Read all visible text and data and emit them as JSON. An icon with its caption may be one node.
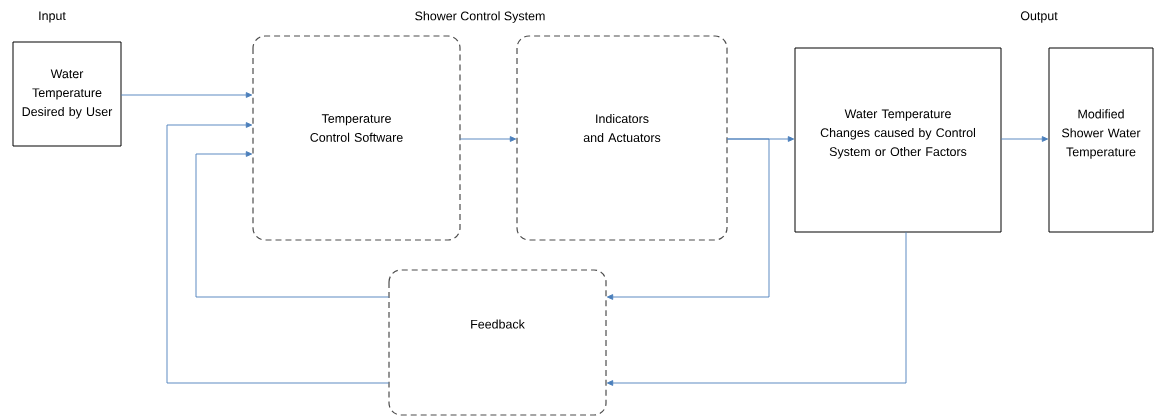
{
  "diagram": {
    "nodes": [
      {
        "text": [
          "Water Temperature Desired by User"
        ]
      },
      {
        "text": [
          "Temperature Control Software"
        ]
      },
      {
        "text": [
          "Indicators and Actuators"
        ]
      },
      {
        "text": [
          "Water Temperature Changes caused by Control System or Other Factors"
        ]
      },
      {
        "text": [
          "Modified Shower Water Temperature"
        ]
      },
      {
        "text": [
          "Feedback"
        ]
      }
    ],
    "edges": [
      {
        "from": 0,
        "to": 1,
        "arrow": "to"
      },
      {
        "from": 1,
        "to": 2,
        "arrow": "to"
      },
      {
        "from": 2,
        "to": 3,
        "arrow": "to"
      },
      {
        "from": 3,
        "to": 4,
        "arrow": "to"
      },
      {
        "from": 2,
        "to": 5,
        "arrow": "to"
      },
      {
        "from": 3,
        "to": 5,
        "arrow": "to"
      },
      {
        "from": 5,
        "to": 1,
        "arrow": "to"
      },
      {
        "from": 5,
        "to": 1,
        "arrow": "to"
      }
    ],
    "labels": [
      "Input",
      "Shower Control System",
      "Output"
    ]
  }
}
